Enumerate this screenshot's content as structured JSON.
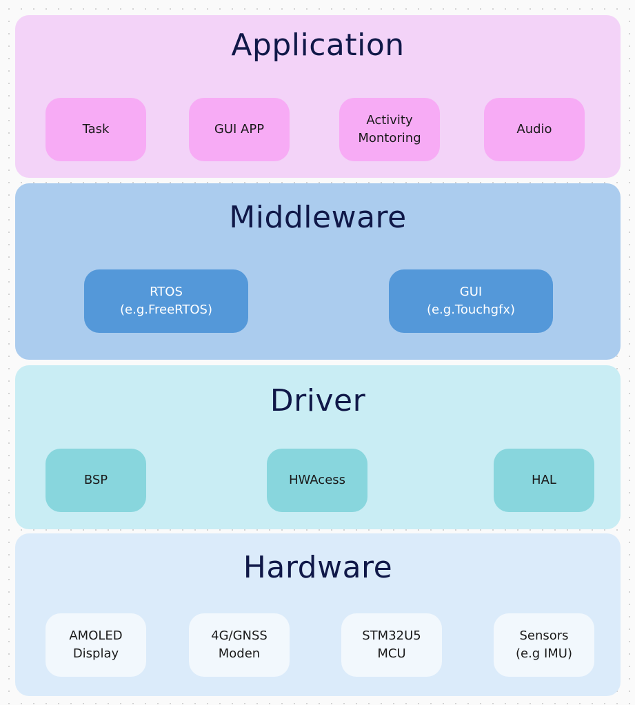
{
  "layers": {
    "application": {
      "title": "Application",
      "boxes": [
        {
          "lines": [
            "Task"
          ]
        },
        {
          "lines": [
            "GUI APP"
          ]
        },
        {
          "lines": [
            "Activity",
            "Montoring"
          ]
        },
        {
          "lines": [
            "Audio"
          ]
        }
      ]
    },
    "middleware": {
      "title": "Middleware",
      "boxes": [
        {
          "lines": [
            "RTOS",
            "(e.g.FreeRTOS)"
          ]
        },
        {
          "lines": [
            "GUI",
            "(e.g.Touchgfx)"
          ]
        }
      ]
    },
    "driver": {
      "title": "Driver",
      "boxes": [
        {
          "lines": [
            "BSP"
          ]
        },
        {
          "lines": [
            "HWAcess"
          ]
        },
        {
          "lines": [
            "HAL"
          ]
        }
      ]
    },
    "hardware": {
      "title": "Hardware",
      "boxes": [
        {
          "lines": [
            "AMOLED",
            "Display"
          ]
        },
        {
          "lines": [
            "4G/GNSS",
            "Moden"
          ]
        },
        {
          "lines": [
            "STM32U5",
            "MCU"
          ]
        },
        {
          "lines": [
            "Sensors",
            "(e.g IMU)"
          ]
        }
      ]
    }
  },
  "colors": {
    "application_bg": "#f3d3f8",
    "application_box": "#f7abf5",
    "middleware_bg": "#abccee",
    "middleware_box": "#5498d9",
    "driver_bg": "#c9edf4",
    "driver_box": "#88d6dd",
    "hardware_bg": "#dbebfa",
    "hardware_box": "#f2f8fd",
    "title_text": "#101848"
  }
}
